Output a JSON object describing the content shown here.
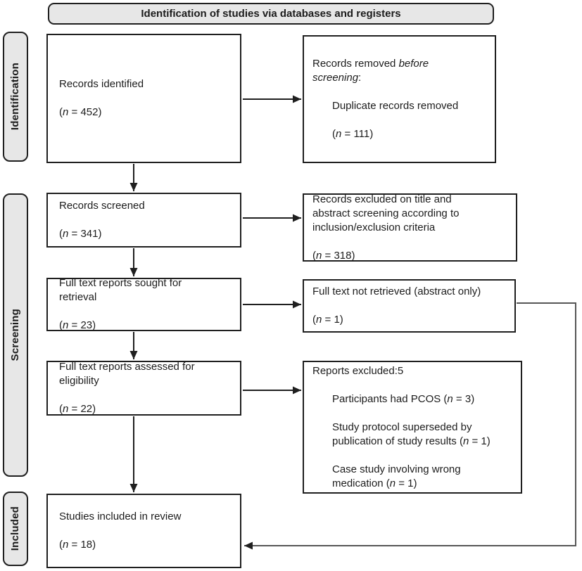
{
  "header": {
    "title": "Identification of studies via databases and registers"
  },
  "side_labels": [
    {
      "label": "Identification"
    },
    {
      "label": "Screening"
    },
    {
      "label": "Included"
    }
  ],
  "flow": {
    "records_identified": {
      "title": "Records identified",
      "count_pre": "(",
      "count_var": "n",
      "count_post": " = 452)"
    },
    "records_screened": {
      "title": "Records screened",
      "count_pre": "(",
      "count_var": "n",
      "count_post": " = 341)"
    },
    "fulltext_sought": {
      "title": "Full text reports sought for\nretrieval",
      "count_pre": "(",
      "count_var": "n",
      "count_post": " = 23)"
    },
    "fulltext_assessed": {
      "title": "Full text reports assessed for\neligibility",
      "count_pre": "(",
      "count_var": "n",
      "count_post": " = 22)"
    },
    "studies_included": {
      "title": "Studies included in review",
      "count_pre": "(",
      "count_var": "n",
      "count_post": " = 18)"
    },
    "removed_before": {
      "pre": "Records removed ",
      "italic": "before\nscreening",
      "post": ":",
      "sub": "Duplicate records removed",
      "count_pre": "(",
      "count_var": "n",
      "count_post": " = 111)"
    },
    "excluded_screening": {
      "title": "Records excluded on title and\nabstract screening according to\ninclusion/exclusion criteria",
      "count_pre": "(",
      "count_var": "n",
      "count_post": " = 318)"
    },
    "not_retrieved": {
      "title": "Full text not retrieved (abstract only)",
      "count_pre": "(",
      "count_var": "n",
      "count_post": " = 1)"
    },
    "reports_excluded": {
      "title": "Reports excluded:5",
      "items": [
        {
          "text": "Participants had PCOS ",
          "count_pre": "(",
          "count_var": "n",
          "count_post": " = 3)"
        },
        {
          "text": "Study protocol superseded by\npublication of study results ",
          "count_pre": "(",
          "count_var": "n",
          "count_post": " = 1)"
        },
        {
          "text": "Case study involving wrong\nmedication ",
          "count_pre": "(",
          "count_var": "n",
          "count_post": " = 1)"
        }
      ]
    }
  },
  "colors": {
    "box_fill_gray": "#e7e7e7",
    "line": "#1f1f1f",
    "connector": "#565656"
  }
}
